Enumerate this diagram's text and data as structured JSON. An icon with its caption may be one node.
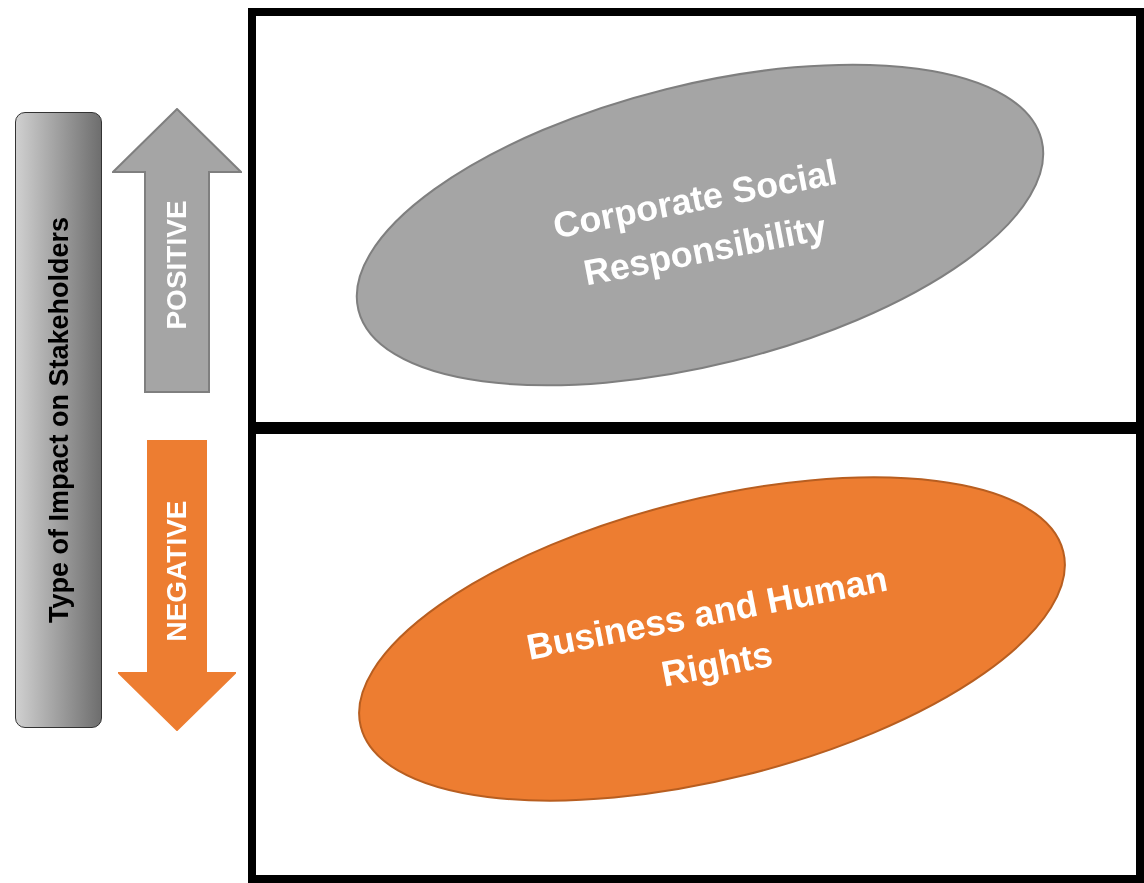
{
  "diagram": {
    "nodes": [
      {
        "text": [
          "Type of Impact on Stakeholders"
        ]
      },
      {
        "text": [
          "POSITIVE"
        ]
      },
      {
        "text": [
          "NEGATIVE"
        ]
      },
      {
        "text": [],
        "shape": "box"
      },
      {
        "text": [
          "Corporate Social Responsibility"
        ],
        "in": 3
      },
      {
        "text": [],
        "shape": "box"
      },
      {
        "text": [
          "Business and Human Rights"
        ],
        "in": 5
      }
    ],
    "edges": []
  }
}
